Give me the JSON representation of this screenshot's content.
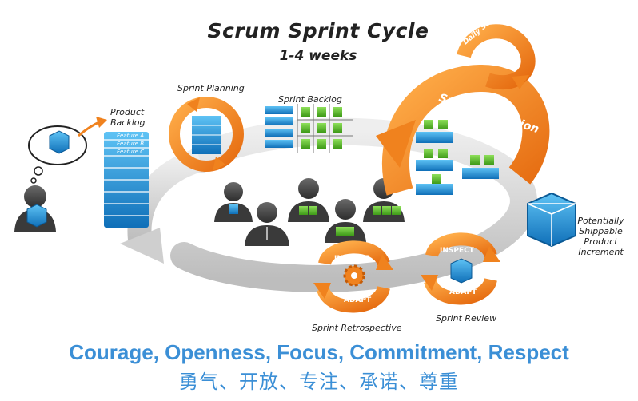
{
  "title": "Scrum Sprint Cycle",
  "subtitle": "1-4 weeks",
  "product_backlog": {
    "label_line1": "Product",
    "label_line2": "Backlog",
    "features": [
      "Feature A",
      "Feature B",
      "Feature C"
    ]
  },
  "sprint_planning_label": "Sprint Planning",
  "sprint_backlog_label": "Sprint Backlog",
  "daily_scrum_label": "Daily Scrum",
  "sprint_execution_label": "Sprint Execution",
  "increment_label": {
    "line1": "Potentially",
    "line2": "Shippable Product",
    "line3": "Increment"
  },
  "retrospective": {
    "inspect": "INSPECT",
    "adapt": "ADAPT",
    "label": "Sprint Retrospective"
  },
  "review": {
    "inspect": "INSPECT",
    "adapt": "ADAPT",
    "label": "Sprint Review"
  },
  "values_en": "Courage, Openness, Focus, Commitment, Respect",
  "values_zh": "勇气、开放、专注、承诺、尊重",
  "colors": {
    "orange": "#f0821e",
    "blue": "#1f8fd8",
    "green": "#5bbf2a",
    "ring": "#d9d9d9",
    "values_text": "#3b8fd6"
  },
  "icons": [
    "thought-bubble-icon",
    "person-icon",
    "gear-icon",
    "cube-icon",
    "cycle-arrow-icon"
  ]
}
